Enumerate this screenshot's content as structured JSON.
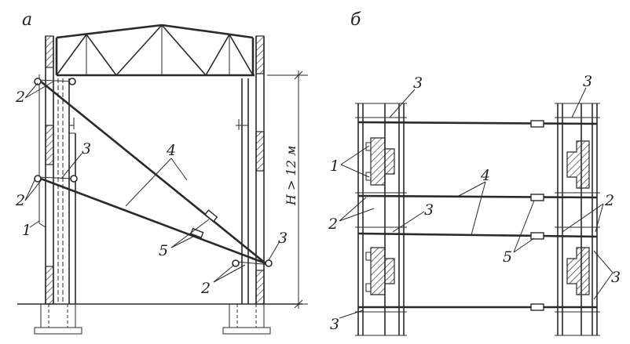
{
  "figure": {
    "panel_a": {
      "caption": "а",
      "dimension_label": "H > 12 м",
      "labels": {
        "label_1": "1",
        "label_2_top": "2",
        "label_2_mid": "2",
        "label_2_bottom": "2",
        "label_3_mid": "3",
        "label_3_bottom": "3",
        "label_4": "4",
        "label_5": "5"
      }
    },
    "panel_b": {
      "caption": "б",
      "labels": {
        "label_1": "1",
        "label_2": "2",
        "label_2_right": "2",
        "label_3_top_left": "3",
        "label_3_top_right": "3",
        "label_3_mid": "3",
        "label_3_right": "3",
        "label_3_bottom_left": "3",
        "label_4": "4",
        "label_5": "5"
      }
    },
    "colors": {
      "ink": "#2a2a2a",
      "background": "#ffffff"
    }
  }
}
